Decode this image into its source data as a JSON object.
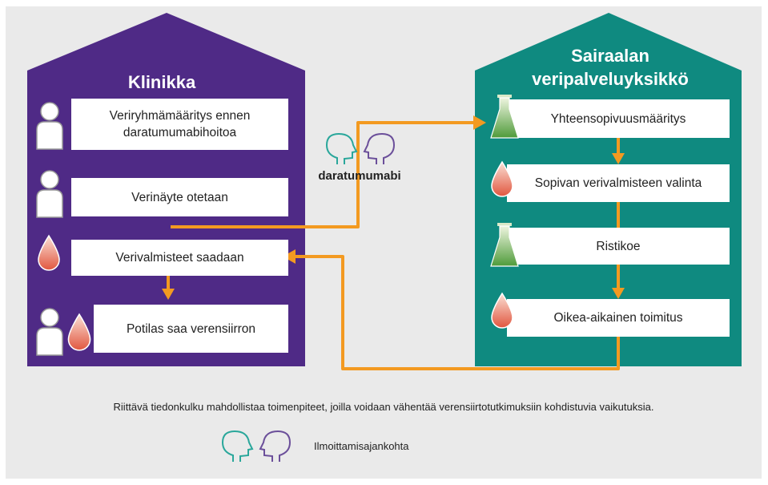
{
  "clinic": {
    "title": "Klinikka",
    "steps": [
      "Veriryhmämääritys ennen daratumumabihoitoa",
      "Verinäyte otetaan",
      "Verivalmisteet saadaan",
      "Potilas saa verensiirron"
    ]
  },
  "bloodbank": {
    "title_line1": "Sairaalan",
    "title_line2": "veripalveluyksikkö",
    "steps": [
      "Yhteensopivuusmääritys",
      "Sopivan verivalmisteen valinta",
      "Ristikoe",
      "Oikea-aikainen toimitus"
    ]
  },
  "drug_label": "daratumumabi",
  "footnote": "Riittävä tiedonkulku mahdollistaa toimenpiteet, joilla voidaan vähentää verensiirtotutkimuksiin kohdistuvia vaikutuksia.",
  "legend_label": "Ilmoittamisajankohta",
  "colors": {
    "clinic": "#4f2a86",
    "bloodbank": "#0f8a80",
    "arrow": "#f39a21",
    "background": "#eaeaea",
    "head_teal": "#2aa79b",
    "head_purple": "#6b4f9a"
  }
}
